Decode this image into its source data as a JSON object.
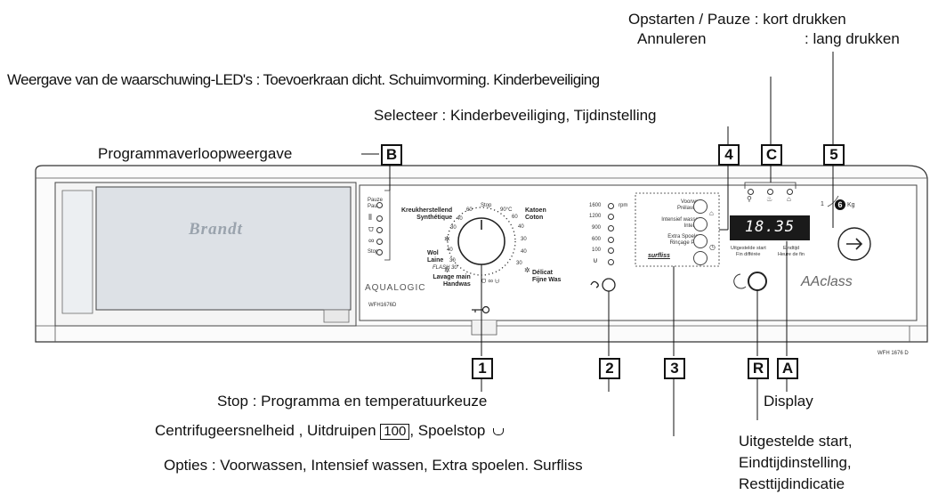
{
  "annotations": {
    "start_pause": "Opstarten / Pauze : kort drukken",
    "cancel": "Annuleren",
    "long_press": ": lang drukken",
    "warning_leds": "Weergave van de waarschuwing-LED's : Toevoerkraan dicht. Schuimvorming. Kinderbeveiliging",
    "select": "Selecteer : Kinderbeveiliging, Tijdinstelling",
    "program_progress": "Programmaverloopweergave",
    "stop_program": "Stop : Programma en temperatuurkeuze",
    "spin_speed": "Centrifugeersnelheid , Uitdruipen",
    "spin_box_value": "100",
    "spin_stop": ", Spoelstop",
    "options": "Opties : Voorwassen, Intensief wassen, Extra spoelen. Surfliss",
    "display": "Display",
    "delayed_start": "Uitgestelde start,",
    "end_time": "Eindtijdinstelling,",
    "remaining": "Resttijdindicatie"
  },
  "tags": {
    "b": "B",
    "four": "4",
    "c": "C",
    "five": "5",
    "one": "1",
    "two": "2",
    "three": "3",
    "r": "R",
    "a": "A"
  },
  "panel": {
    "brand": "Brandt",
    "aqualogic": "AQUALOGIC",
    "model": "WFH1676D",
    "ref": "WFH 1676 D",
    "aclass": "AAclass",
    "kg_prefix": "1",
    "kg_value": "6",
    "kg_unit": "Kg",
    "display_value": "18.35",
    "delayed_label_1": "Uitgestelde start",
    "delayed_label_2": "Fin différée",
    "end_label_1": "Eindtijd",
    "end_label_2": "Heure de fin"
  },
  "progress": {
    "pause_1": "Pauze",
    "pause_2": "Pause",
    "stop": "Stop"
  },
  "dial": {
    "stop": "Stop",
    "t_60_left": "60",
    "t_40_left": "40",
    "t_30_left": "30",
    "t_90": "90°C",
    "t_60_right": "60",
    "t_40_right": "40",
    "t_30_right": "30",
    "t_40_wol": "40",
    "t_30_lower": "30",
    "t_30_bottom": "30",
    "kreuk_1": "Kreukherstellend",
    "kreuk_2": "Synthétique",
    "katoen_1": "Katoen",
    "katoen_2": "Coton",
    "wol_1": "Wol",
    "wol_2": "Laine",
    "flash": "FLASH 30'",
    "lavage_1": "Lavage main",
    "lavage_2": "Handwas",
    "delicat_1": "Délicat",
    "delicat_2": "Fijne Was"
  },
  "spin": {
    "speeds": [
      "1600",
      "1200",
      "900",
      "600",
      "100"
    ],
    "unit": "rpm"
  },
  "options": {
    "voorwas_1": "Voorwas",
    "voorwas_2": "Prélavage",
    "intensief_1": "Intensief wassen",
    "intensief_2": "Intensif",
    "extra_1": "Extra Spoelen",
    "extra_2": "Rinçage Plus",
    "surfliss": "surfliss"
  }
}
